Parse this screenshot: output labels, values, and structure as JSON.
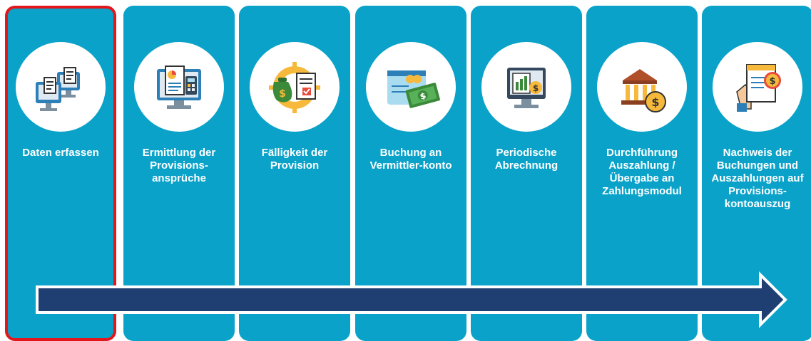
{
  "colors": {
    "column": "#0aa2c9",
    "highlight": "#e3161b",
    "arrow": "#1f3f73",
    "text": "#ffffff"
  },
  "steps": [
    {
      "label": "Daten erfassen",
      "icon": "computers-documents-icon",
      "selected": true
    },
    {
      "label": "Ermittlung der Provisions-ansprüche",
      "icon": "report-calculator-monitor-icon",
      "selected": false
    },
    {
      "label": "Fälligkeit der Provision",
      "icon": "money-bag-gear-checklist-icon",
      "selected": false
    },
    {
      "label": "Buchung an Vermittler-konto",
      "icon": "bank-card-cash-icon",
      "selected": false
    },
    {
      "label": "Periodische Abrechnung",
      "icon": "monitor-chart-invoice-icon",
      "selected": false
    },
    {
      "label": "Durchführung Auszahlung / Übergabe an Zahlungsmodul",
      "icon": "bank-coin-icon",
      "selected": false
    },
    {
      "label": "Nachweis der Buchungen und Auszahlungen auf Provisions-kontoauszug",
      "icon": "hand-document-coin-icon",
      "selected": false
    }
  ]
}
